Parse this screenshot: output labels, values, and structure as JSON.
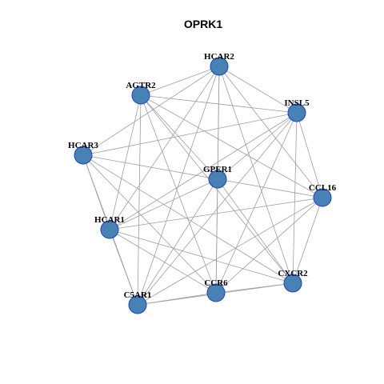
{
  "title": "OPRK1",
  "colors": {
    "node_fill": "#4682B4",
    "node_stroke": "#1C3FD0",
    "edge": "#9E9E9E",
    "label": "#000000",
    "background": "#FFFFFF"
  },
  "nodes": [
    {
      "id": "HCAR2",
      "label": "HCAR2"
    },
    {
      "id": "AGTR2",
      "label": "AGTR2"
    },
    {
      "id": "INSL5",
      "label": "INSL5"
    },
    {
      "id": "HCAR3",
      "label": "HCAR3"
    },
    {
      "id": "GPER1",
      "label": "GPER1"
    },
    {
      "id": "CCL16",
      "label": "CCL16"
    },
    {
      "id": "HCAR1",
      "label": "HCAR1"
    },
    {
      "id": "CXCR2",
      "label": "CXCR2"
    },
    {
      "id": "CCR6",
      "label": "CCR6"
    },
    {
      "id": "C5AR1",
      "label": "C5AR1"
    }
  ],
  "edges": [
    [
      "HCAR2",
      "AGTR2"
    ],
    [
      "HCAR2",
      "INSL5"
    ],
    [
      "HCAR2",
      "HCAR3"
    ],
    [
      "HCAR2",
      "GPER1"
    ],
    [
      "HCAR2",
      "CCL16"
    ],
    [
      "HCAR2",
      "HCAR1"
    ],
    [
      "HCAR2",
      "CXCR2"
    ],
    [
      "HCAR2",
      "CCR6"
    ],
    [
      "HCAR2",
      "C5AR1"
    ],
    [
      "AGTR2",
      "INSL5"
    ],
    [
      "AGTR2",
      "GPER1"
    ],
    [
      "AGTR2",
      "CCL16"
    ],
    [
      "AGTR2",
      "HCAR1"
    ],
    [
      "AGTR2",
      "CXCR2"
    ],
    [
      "AGTR2",
      "CCR6"
    ],
    [
      "AGTR2",
      "C5AR1"
    ],
    [
      "INSL5",
      "HCAR3"
    ],
    [
      "INSL5",
      "GPER1"
    ],
    [
      "INSL5",
      "CCL16"
    ],
    [
      "INSL5",
      "HCAR1"
    ],
    [
      "INSL5",
      "CXCR2"
    ],
    [
      "INSL5",
      "CCR6"
    ],
    [
      "INSL5",
      "C5AR1"
    ],
    [
      "HCAR3",
      "GPER1"
    ],
    [
      "HCAR3",
      "HCAR1"
    ],
    [
      "HCAR3",
      "CXCR2"
    ],
    [
      "HCAR3",
      "CCR6"
    ],
    [
      "HCAR3",
      "C5AR1"
    ],
    [
      "GPER1",
      "CCL16"
    ],
    [
      "GPER1",
      "HCAR1"
    ],
    [
      "GPER1",
      "CXCR2"
    ],
    [
      "GPER1",
      "CCR6"
    ],
    [
      "GPER1",
      "C5AR1"
    ],
    [
      "CCL16",
      "HCAR1"
    ],
    [
      "CCL16",
      "CXCR2"
    ],
    [
      "CCL16",
      "CCR6"
    ],
    [
      "CCL16",
      "C5AR1"
    ],
    [
      "HCAR1",
      "CXCR2"
    ],
    [
      "HCAR1",
      "CCR6"
    ],
    [
      "HCAR1",
      "C5AR1"
    ],
    [
      "CXCR2",
      "CCR6"
    ],
    [
      "CXCR2",
      "C5AR1"
    ],
    [
      "CCR6",
      "C5AR1"
    ]
  ]
}
